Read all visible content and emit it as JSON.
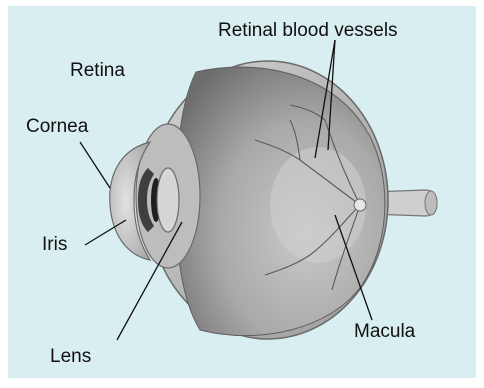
{
  "diagram": {
    "background_color": "#d8eef0",
    "labels": {
      "retina": "Retina",
      "retinal_blood_vessels": "Retinal blood vessels",
      "cornea": "Cornea",
      "iris": "Iris",
      "lens": "Lens",
      "macula": "Macula"
    }
  }
}
